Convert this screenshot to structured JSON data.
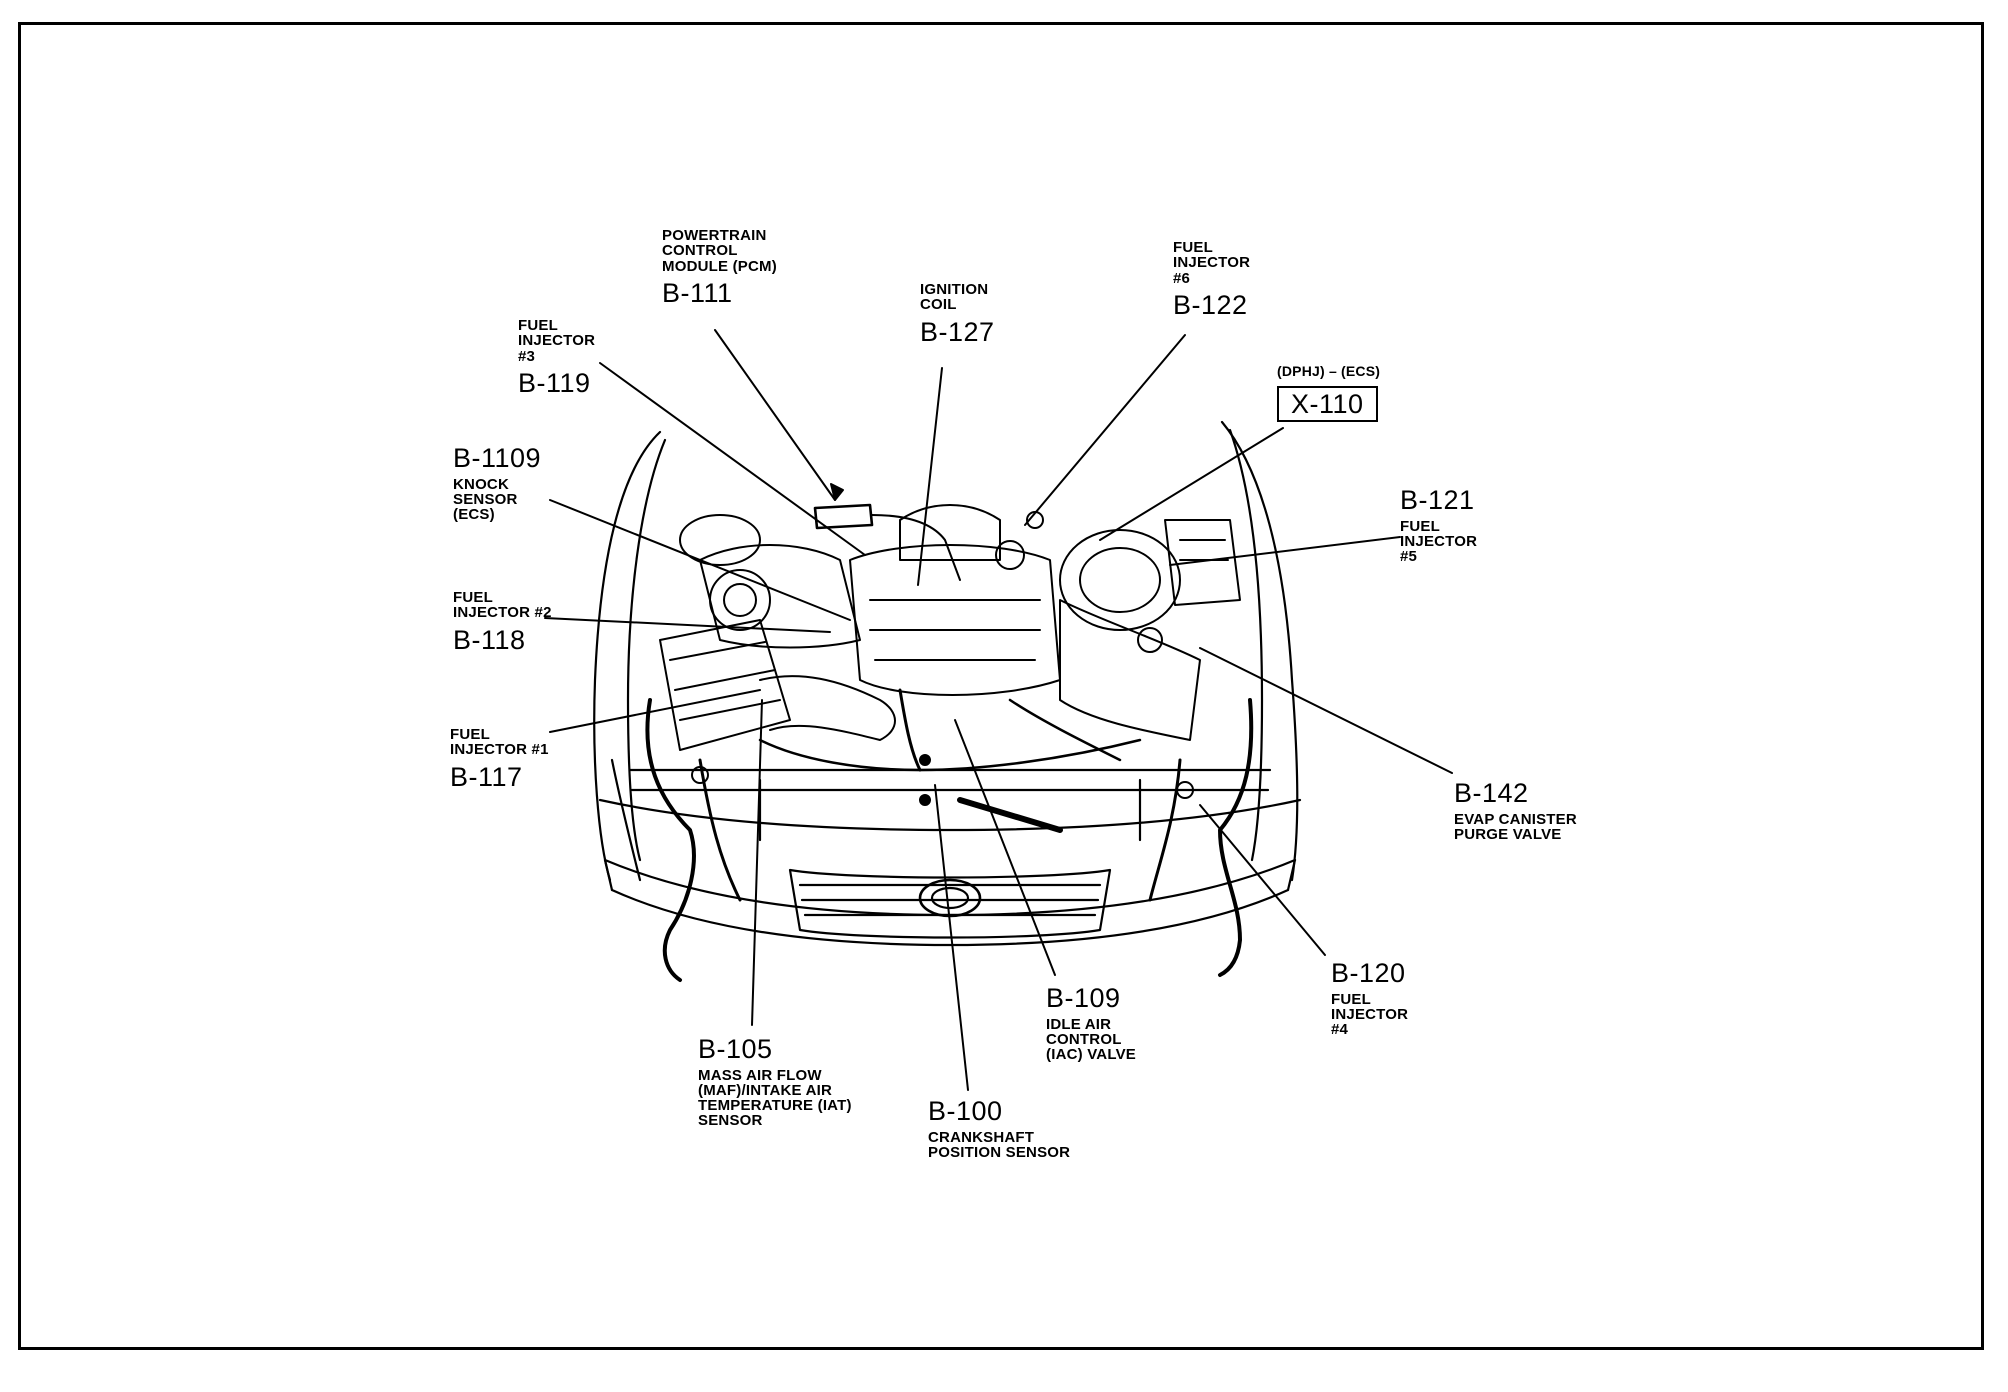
{
  "components": [
    {
      "id": "b111",
      "code": "B-111",
      "desc": "POWERTRAIN\nCONTROL\nMODULE (PCM)"
    },
    {
      "id": "b127",
      "code": "B-127",
      "desc": "IGNITION\nCOIL"
    },
    {
      "id": "b122",
      "code": "B-122",
      "desc": "FUEL\nINJECTOR\n#6"
    },
    {
      "id": "b119",
      "code": "B-119",
      "desc": "FUEL\nINJECTOR\n#3"
    },
    {
      "id": "x110",
      "code": "X-110",
      "desc": "(DPHJ) – (ECS)"
    },
    {
      "id": "b1109",
      "code": "B-1109",
      "desc": "KNOCK\nSENSOR\n(ECS)"
    },
    {
      "id": "b121",
      "code": "B-121",
      "desc": "FUEL\nINJECTOR\n#5"
    },
    {
      "id": "b118",
      "code": "B-118",
      "desc": "FUEL\nINJECTOR #2"
    },
    {
      "id": "b117",
      "code": "B-117",
      "desc": "FUEL\nINJECTOR #1"
    },
    {
      "id": "b142",
      "code": "B-142",
      "desc": "EVAP CANISTER\nPURGE VALVE"
    },
    {
      "id": "b109",
      "code": "B-109",
      "desc": "IDLE AIR\nCONTROL\n(IAC) VALVE"
    },
    {
      "id": "b120",
      "code": "B-120",
      "desc": "FUEL\nINJECTOR\n#4"
    },
    {
      "id": "b105",
      "code": "B-105",
      "desc": "MASS AIR FLOW\n(MAF)/INTAKE AIR\nTEMPERATURE (IAT)\nSENSOR"
    },
    {
      "id": "b100",
      "code": "B-100",
      "desc": "CRANKSHAFT\nPOSITION SENSOR"
    }
  ]
}
